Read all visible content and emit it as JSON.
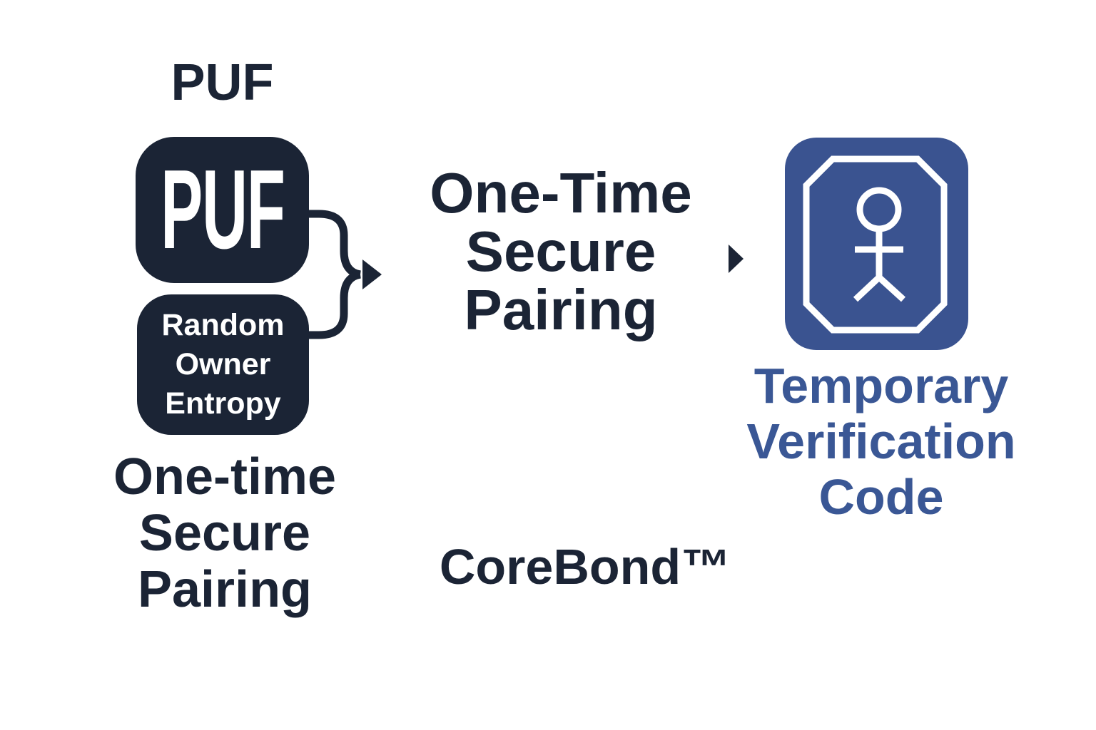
{
  "colors": {
    "dark_navy": "#1B2435",
    "icon_blue": "#3A5390",
    "caption_blue": "#3A5795",
    "box_text": "#FFFFFF",
    "background": "#FFFFFF"
  },
  "left_group": {
    "title": "PUF",
    "puf_box_label": "PUF",
    "entropy_box_lines": [
      "Random",
      "Owner",
      "Entropy"
    ],
    "caption_lines": [
      "One-time",
      "Secure",
      "Pairing"
    ]
  },
  "center": {
    "label_lines": [
      "One-Time",
      "Secure",
      "Pairing"
    ],
    "brand": "CoreBond",
    "trademark": "™"
  },
  "right_group": {
    "icon_name": "person-badge-icon",
    "caption_lines": [
      "Temporary",
      "Verification",
      "Code"
    ]
  }
}
